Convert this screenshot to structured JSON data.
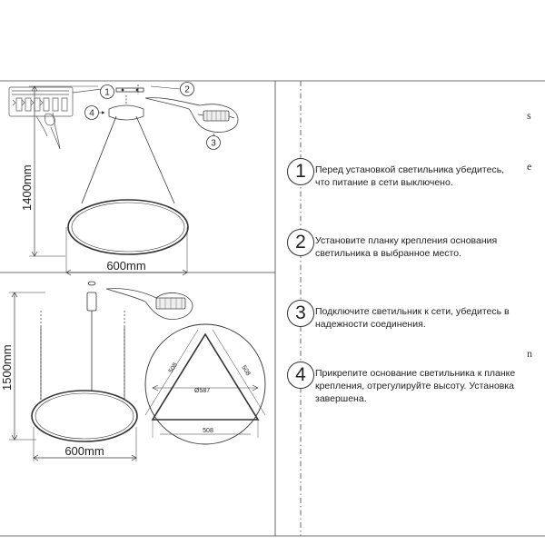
{
  "dimensions": {
    "height_top": "1400mm",
    "width_top": "600mm",
    "height_bottom": "1500mm",
    "width_bottom": "600mm",
    "triangle_side_left": "508",
    "triangle_side_right": "508",
    "triangle_base": "508",
    "circle_diameter": "Ø587"
  },
  "callouts": [
    "1",
    "2",
    "3",
    "4"
  ],
  "steps": [
    {
      "number": "1",
      "text": "Перед установкой светильника убедитесь, что питание в сети выключено."
    },
    {
      "number": "2",
      "text": "Установите планку крепления основания светильника в выбранное место."
    },
    {
      "number": "3",
      "text": "Подключите светильник к сети, убедитесь в надежности соединения."
    },
    {
      "number": "4",
      "text": "Прикрепите основание светильника к планке крепления, отрегулируйте высоту. Установка завершена."
    }
  ],
  "margin_letters": [
    "s",
    "e",
    "n"
  ]
}
